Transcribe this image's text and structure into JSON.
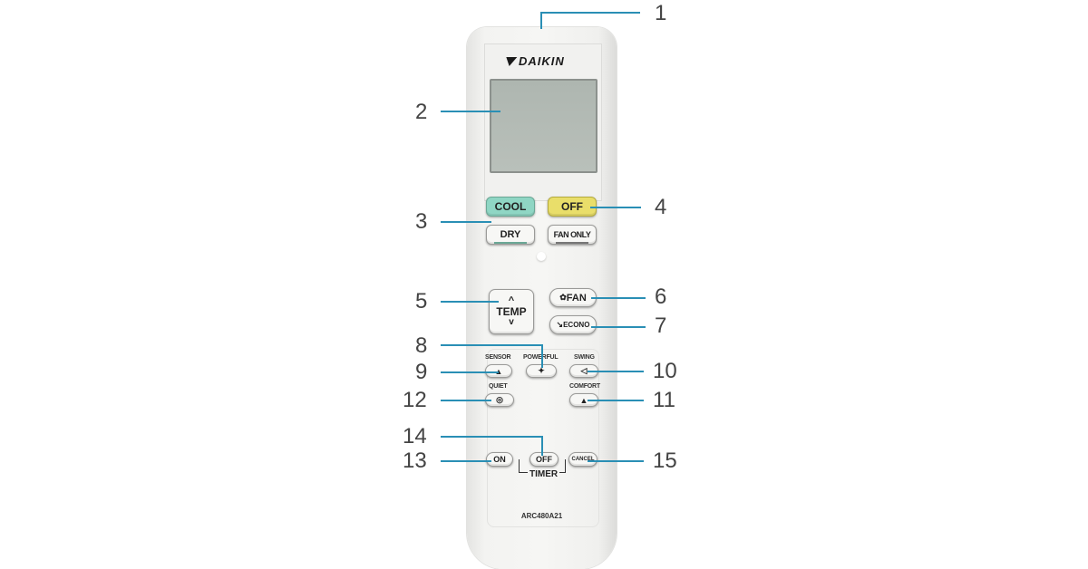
{
  "remote": {
    "brand": "DAIKIN",
    "model": "ARC480A21",
    "buttons": {
      "cool": "COOL",
      "off": "OFF",
      "dry": "DRY",
      "fan_only": "FAN ONLY",
      "temp": "TEMP",
      "temp_up": "^",
      "temp_down": "v",
      "fan": "FAN",
      "fan_icon": "✿",
      "econo": "ECONO",
      "econo_icon": "↘",
      "sensor_label": "SENSOR",
      "sensor_icon": "▲",
      "powerful_label": "POWERFUL",
      "powerful_icon": "✦",
      "swing_label": "SWING",
      "swing_icon": "◁",
      "quiet_label": "QUIET",
      "quiet_icon": "◎",
      "comfort_label": "COMFORT",
      "comfort_icon": "▲",
      "timer_on": "ON",
      "timer_off": "OFF",
      "timer_cancel": "CANCEL",
      "timer_label": "TIMER"
    }
  },
  "callouts": [
    {
      "n": "1"
    },
    {
      "n": "2"
    },
    {
      "n": "3"
    },
    {
      "n": "4"
    },
    {
      "n": "5"
    },
    {
      "n": "6"
    },
    {
      "n": "7"
    },
    {
      "n": "8"
    },
    {
      "n": "9"
    },
    {
      "n": "10"
    },
    {
      "n": "11"
    },
    {
      "n": "12"
    },
    {
      "n": "13"
    },
    {
      "n": "14"
    },
    {
      "n": "15"
    }
  ],
  "colors": {
    "callout_line": "#2a8fb5",
    "cool_button": "#8fd6c4",
    "off_button": "#e9de6a",
    "lcd": "#b4bbb5"
  }
}
